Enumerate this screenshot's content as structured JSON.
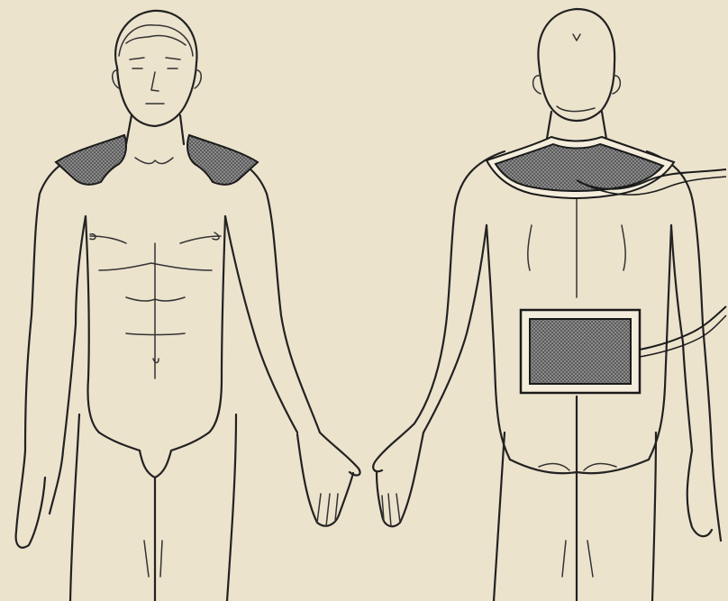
{
  "figure": {
    "background_color": "#ece3cd",
    "ink_color": "#222222",
    "pad_color": "#6f6f6f",
    "panels": [
      {
        "view": "front",
        "pads": [
          "left-shoulder",
          "right-shoulder"
        ]
      },
      {
        "view": "back",
        "pads": [
          "upper-back-collar",
          "lower-back-lumbar"
        ],
        "cables": 2
      }
    ]
  }
}
